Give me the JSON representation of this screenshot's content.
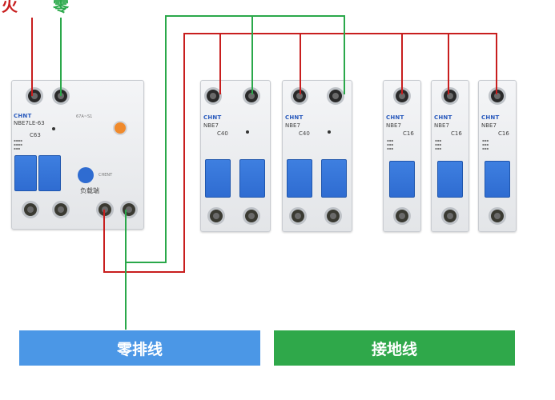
{
  "labels": {
    "fire": "火",
    "zero": "零"
  },
  "rcd": {
    "brand": "CHNT",
    "model": "NBE7LE-63",
    "rating": "C63",
    "load_label": "负载端",
    "brand_print": "CHENT",
    "display": "67A~S1"
  },
  "breakers": [
    {
      "brand": "CHNT",
      "model": "NBE7",
      "rating": "C40"
    },
    {
      "brand": "CHNT",
      "model": "NBE7",
      "rating": "C40"
    },
    {
      "brand": "CHNT",
      "model": "NBE7",
      "rating": "C16"
    },
    {
      "brand": "CHNT",
      "model": "NBE7",
      "rating": "C16"
    },
    {
      "brand": "CHNT",
      "model": "NBE7",
      "rating": "C16"
    }
  ],
  "bottom": {
    "neutral_bar": "零排线",
    "ground_wire": "接地线"
  },
  "colors": {
    "live": "#c81e1e",
    "neutral": "#2aa84a",
    "neutral_bar": "#4b97e6",
    "ground_bar": "#2fa84a"
  }
}
